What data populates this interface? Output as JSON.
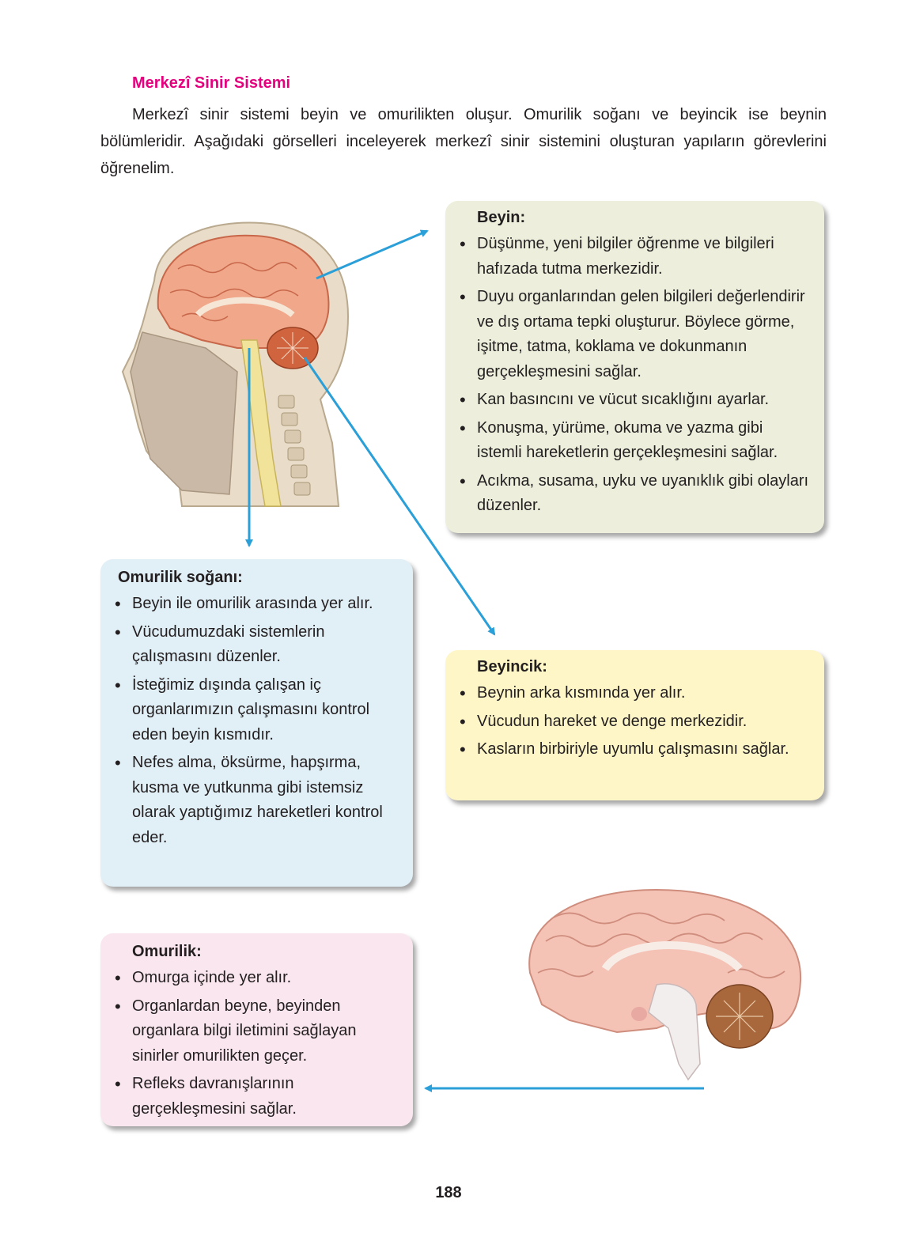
{
  "heading": "Merkezî Sinir Sistemi",
  "intro": "Merkezî sinir sistemi beyin ve omurilikten oluşur. Omurilik soğanı ve beyincik ise beynin bölümleridir. Aşağıdaki görselleri inceleyerek merkezî sinir sistemini oluşturan yapıların görevlerini öğrenelim.",
  "beyin": {
    "title": "Beyin:",
    "items": [
      "Düşünme, yeni bilgiler öğrenme ve bilgileri hafızada tutma merkezidir.",
      "Duyu organlarından gelen bilgileri değerlendirir ve dış ortama tepki oluşturur. Böylece görme, işitme, tatma, koklama ve dokunmanın gerçekleşmesini sağlar.",
      "Kan basıncını ve vücut sıcaklığını ayarlar.",
      "Konuşma, yürüme, okuma ve yazma gibi istemli hareketlerin gerçekleşmesini sağlar.",
      "Acıkma, susama, uyku ve uyanıklık gibi olayları düzenler."
    ]
  },
  "omurilik_sogani": {
    "title": "Omurilik soğanı:",
    "items": [
      "Beyin ile omurilik arasında yer alır.",
      "Vücudumuzdaki sistemlerin çalışmasını düzenler.",
      "İsteğimiz dışında çalışan iç organlarımızın çalışmasını kontrol eden beyin kısmıdır.",
      "Nefes alma, öksürme, hapşırma, kusma ve yutkunma gibi istemsiz olarak yaptığımız hareketleri kontrol eder."
    ]
  },
  "beyincik": {
    "title": "Beyincik:",
    "items": [
      "Beynin arka kısmında yer alır.",
      "Vücudun hareket ve denge merkezidir.",
      "Kasların birbiriyle uyumlu çalışmasını sağlar."
    ]
  },
  "omurilik": {
    "title": "Omurilik:",
    "items": [
      "Omurga içinde yer alır.",
      "Organlardan beyne, beyinden organlara bilgi iletimini sağlayan sinirler omurilikten geçer.",
      "Refleks davranışlarının gerçekleşmesini sağlar."
    ]
  },
  "page_number": "188",
  "colors": {
    "heading": "#e5007e",
    "arrow": "#2a9fd8",
    "beyin_box": "#edeedc",
    "omurilik_sogani_box": "#e1eff6",
    "beyincik_box": "#fff6c8",
    "omurilik_box": "#fae6ee"
  }
}
